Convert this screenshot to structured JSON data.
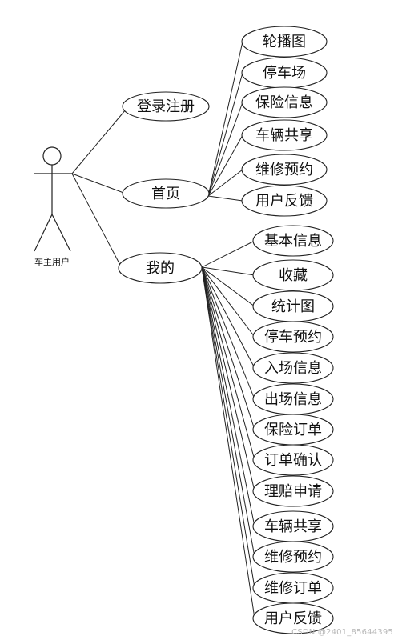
{
  "actor": {
    "label": "车主用户"
  },
  "main_cases": [
    {
      "id": "login",
      "label": "登录注册"
    },
    {
      "id": "home",
      "label": "首页"
    },
    {
      "id": "mine",
      "label": "我的"
    }
  ],
  "home_cases": [
    "轮播图",
    "停车场",
    "保险信息",
    "车辆共享",
    "维修预约",
    "用户反馈"
  ],
  "mine_cases": [
    "基本信息",
    "收藏",
    "统计图",
    "停车预约",
    "入场信息",
    "出场信息",
    "保险订单",
    "订单确认",
    "理赔申请",
    "车辆共享",
    "维修预约",
    "维修订单",
    "用户反馈"
  ],
  "watermark": "CSDN @2401_85644395",
  "colors": {
    "stroke": "#222222",
    "fill": "#ffffff",
    "text": "#111111"
  }
}
